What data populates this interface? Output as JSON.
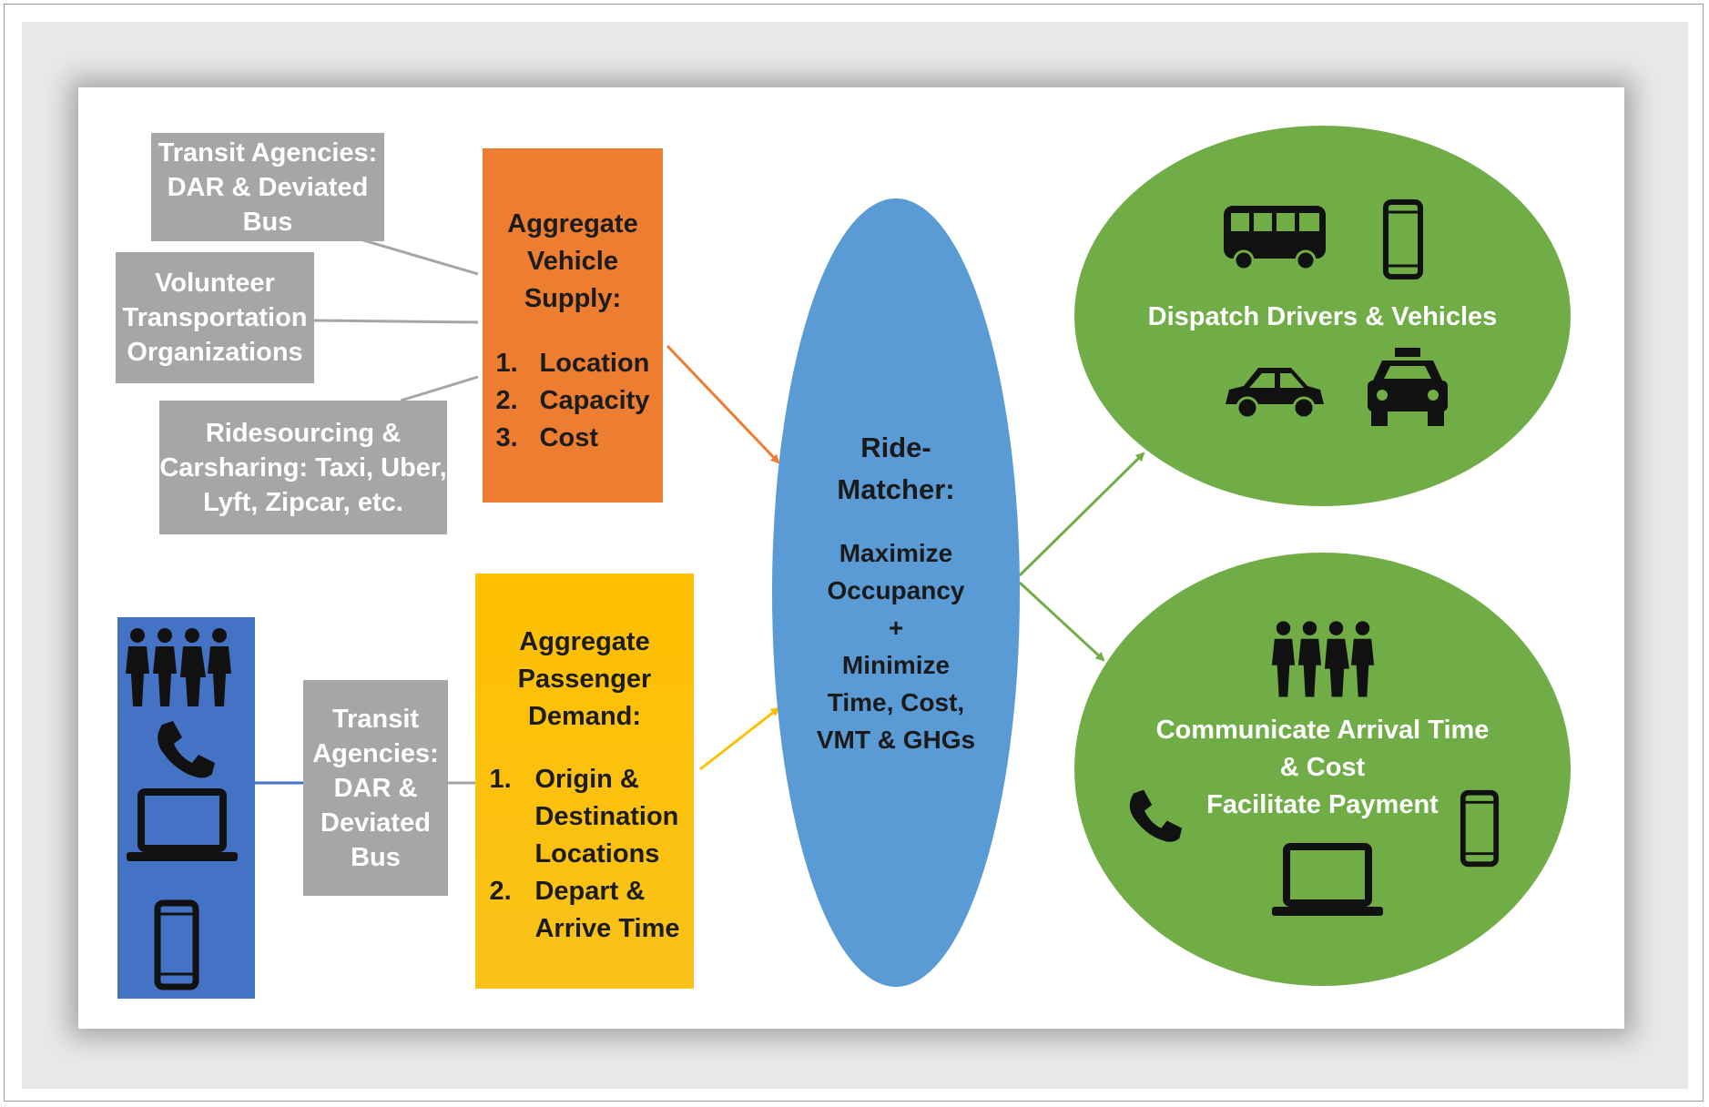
{
  "sources": {
    "transit_dar": [
      "Transit Agencies:",
      "DAR & Deviated",
      "Bus"
    ],
    "volunteer": [
      "Volunteer",
      "Transportation",
      "Organizations"
    ],
    "ridesourcing": [
      "Ridesourcing  &",
      "Carsharing: Taxi, Uber,",
      "Lyft, Zipcar, etc."
    ],
    "transit_dar_2": [
      "Transit",
      "Agencies:",
      "DAR &",
      "Deviated",
      "Bus"
    ]
  },
  "vehicle_supply": {
    "title": [
      "Aggregate",
      "Vehicle",
      "Supply:"
    ],
    "items": [
      {
        "num": "1.",
        "text": "Location"
      },
      {
        "num": "2.",
        "text": "Capacity"
      },
      {
        "num": "3.",
        "text": "Cost"
      }
    ]
  },
  "passenger_demand": {
    "title": [
      "Aggregate",
      "Passenger",
      "Demand:"
    ],
    "items": [
      {
        "num": "1.",
        "lines": [
          "Origin &",
          "Destination",
          "Locations"
        ]
      },
      {
        "num": "2.",
        "lines": [
          "Depart  &",
          "Arrive Time"
        ]
      }
    ]
  },
  "ride_matcher": {
    "title": [
      "Ride-",
      "Matcher:"
    ],
    "body": [
      "Maximize",
      "Occupancy",
      "+",
      "Minimize",
      "Time, Cost,",
      "VMT & GHGs"
    ]
  },
  "dispatch": {
    "label": "Dispatch Drivers & Vehicles",
    "icons": [
      "bus-icon",
      "smartphone-icon",
      "car-icon",
      "taxi-icon"
    ]
  },
  "communicate": {
    "lines": [
      "Communicate Arrival Time",
      "& Cost",
      "Facilitate Payment"
    ],
    "icons": [
      "people-icon",
      "phone-icon",
      "smartphone-icon",
      "laptop-icon"
    ]
  },
  "user_panel": {
    "icons": [
      "people-icon",
      "phone-icon",
      "laptop-icon",
      "smartphone-icon"
    ]
  },
  "colors": {
    "gray": "#a6a6a6",
    "orange": "#ed7d31",
    "yellow": "#ffc000",
    "blue": "#5b9bd5",
    "green": "#70ad47",
    "dark_blue": "#4472c4"
  }
}
